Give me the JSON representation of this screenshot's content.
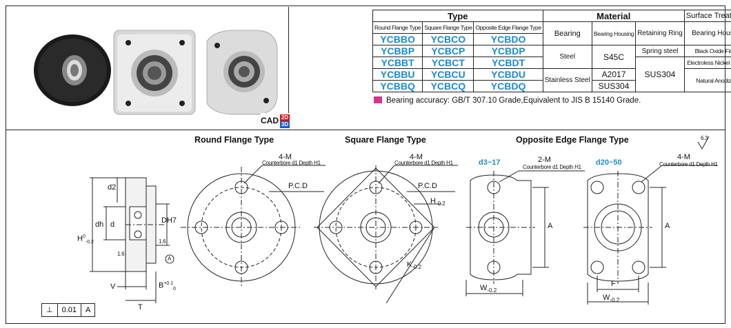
{
  "cad_badge": {
    "label": "CAD",
    "b1": "2D",
    "b2": "3D"
  },
  "spec_table": {
    "type_header": "Type",
    "material_header": "Material",
    "surface_header": "Surface Treatment",
    "type_cols": [
      "Round Flange Type",
      "Square Flange Type",
      "Opposite Edge Flange Type"
    ],
    "material_cols": [
      "Bearing",
      "Bearing Housing",
      "Retaining Ring"
    ],
    "surface_col": "Bearing Housing",
    "codes": [
      [
        "YCBBO",
        "YCBCO",
        "YCBDO"
      ],
      [
        "YCBBP",
        "YCBCP",
        "YCBDP"
      ],
      [
        "YCBBT",
        "YCBCT",
        "YCBDT"
      ],
      [
        "YCBBU",
        "YCBCU",
        "YCBDU"
      ],
      [
        "YCBBQ",
        "YCBCQ",
        "YCBDQ"
      ]
    ],
    "bearing_steel": "Steel",
    "bearing_stainless": "Stainless Steel",
    "housing_s45c": "S45C",
    "housing_a2017": "A2017",
    "housing_sus304": "SUS304",
    "ring_spring": "Spring steel",
    "ring_sus304": "SUS304",
    "surface": [
      "Black Oxide Finish",
      "Electroless Nickel Plating",
      "Natural Anodizing",
      "—"
    ]
  },
  "note": "Bearing accuracy: GB/T 307.10 Grade,Equivalent to JIS B 15140 Grade.",
  "drawing": {
    "titles": [
      "Round Flange Type",
      "Square Flange Type",
      "Opposite Edge Flange Type"
    ],
    "m4": "4-M",
    "m2": "2-M",
    "counterbore": "Counterbore d1 Depth H1",
    "pcd": "P.C.D",
    "h_label": "H",
    "h_tol": "0",
    "h_tol2": "-0.2",
    "k_label": "K",
    "a_label": "A",
    "w_label": "W",
    "f_label": "F",
    "d3": "d3~17",
    "d20": "d20~50",
    "roughness": "6.3",
    "side": {
      "d2": "d2",
      "dh": "dh",
      "d": "d",
      "dh7": "DH7",
      "v": "V",
      "b": "B",
      "b_tol": "+0.1",
      "b_tol2": "0",
      "t": "T",
      "a_circle": "A",
      "r16": "1.6",
      "r16b": "1.6"
    },
    "tolerance": {
      "symbol": "⊥",
      "value": "0.01",
      "datum": "A"
    }
  }
}
